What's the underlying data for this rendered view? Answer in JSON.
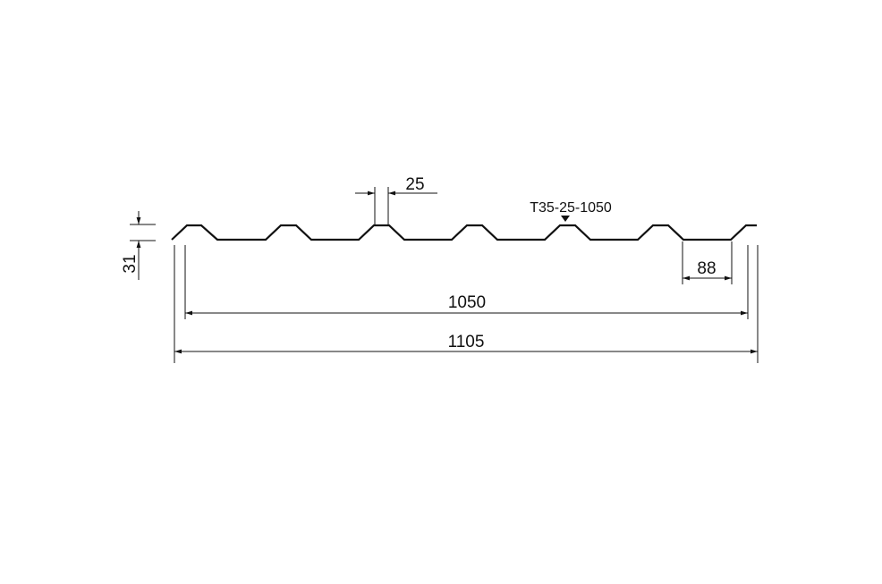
{
  "drawing": {
    "model_label": "T35-25-1050",
    "dimensions": {
      "height": "31",
      "rib_top_width": "25",
      "valley_width": "88",
      "useful_width": "1050",
      "total_width": "1105"
    }
  },
  "colors": {
    "line": "#111111",
    "background": "#ffffff"
  }
}
